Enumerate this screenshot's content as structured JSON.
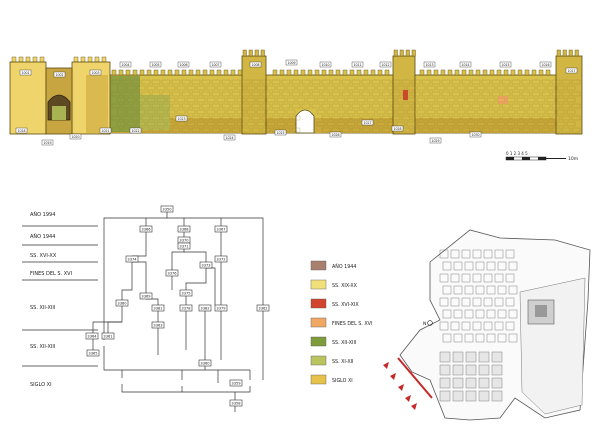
{
  "elevation": {
    "wall_labels": [
      "1001",
      "1002",
      "1003",
      "1004",
      "1005",
      "1006",
      "1007",
      "1008",
      "1009",
      "1010",
      "1011",
      "1012",
      "1013",
      "1014",
      "1015",
      "1016",
      "1017",
      "1018",
      "1019",
      "1020",
      "1021",
      "1022",
      "1023",
      "1024",
      "1025",
      "1026",
      "1027",
      "1028",
      "1029",
      "1030"
    ],
    "scale_label": "0 1 2 3 4 5",
    "scale_end": "10m"
  },
  "periods": {
    "labels": [
      "AÑO 1994",
      "AÑO 1944",
      "SS. XVI-XX",
      "FINES DEL S. XVI",
      "SS. XII-XIII",
      "SS. XII-XIII",
      "SIGLO XI"
    ]
  },
  "matrix": {
    "nodes": [
      "3350",
      "3366",
      "3368",
      "3367",
      "3370",
      "3371",
      "3373",
      "3372",
      "3374",
      "3376",
      "3375",
      "3369",
      "3380",
      "3381",
      "3378",
      "3382",
      "3379",
      "3362",
      "3364",
      "3361",
      "3363",
      "3365",
      "3360",
      "3359",
      "3358"
    ]
  },
  "legend": {
    "items": [
      {
        "label": "AÑO 1944",
        "color": "#a98070"
      },
      {
        "label": "SS. XIX-XX",
        "color": "#f1df7a"
      },
      {
        "label": "SS. XVI-XIX",
        "color": "#d2442e"
      },
      {
        "label": "FINES DEL S. XVI",
        "color": "#f0a865"
      },
      {
        "label": "SS. XII-XIII",
        "color": "#7f9c3d"
      },
      {
        "label": "SS. XI-XII",
        "color": "#b9c45e"
      },
      {
        "label": "SIGLO XI",
        "color": "#e6c24a"
      }
    ]
  },
  "map": {
    "north_label": "N"
  }
}
